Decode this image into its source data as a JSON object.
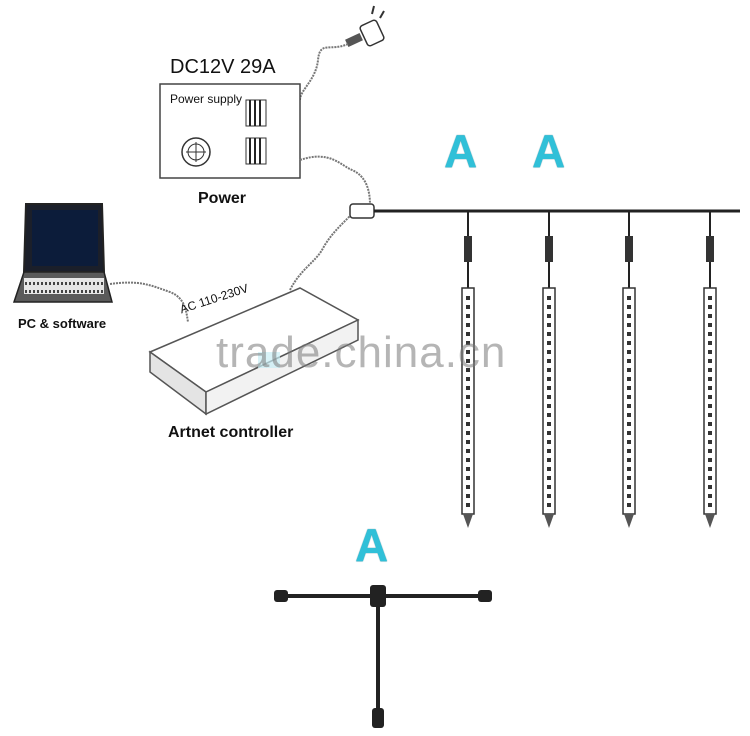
{
  "labels": {
    "voltage": "DC12V 29A",
    "power_supply": "Power supply",
    "power": "Power",
    "pc": "PC & software",
    "ac": "AC 110-230V",
    "artnet": "Artnet controller"
  },
  "markers": {
    "a1": "A",
    "a2": "A",
    "a3": "A"
  },
  "watermark": "trade.china.cn",
  "colors": {
    "marker": "#30c0d8",
    "cable": "#222222",
    "outline": "#333333"
  }
}
